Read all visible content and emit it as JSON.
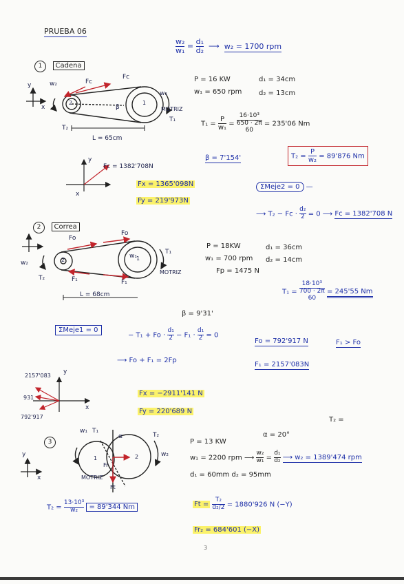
{
  "header": {
    "title": "PRUEBA 06"
  },
  "top_relation": {
    "w2": "w₂",
    "w1": "w₁",
    "d1": "d₁",
    "d2": "d₂",
    "result": "w₂ = 1700 rpm"
  },
  "s1": {
    "num": "1",
    "label": "Cadena",
    "diagram": {
      "w2": "w₂",
      "w1": "w₁",
      "fc_top": "Fc",
      "fc_left": "Fc",
      "motriz": "MOTRIZ",
      "t1": "T₁",
      "t2": "T₂",
      "length": "L = 65cm",
      "beta": "β",
      "p2": "2",
      "p1": "1",
      "axis_y": "y",
      "axis_x": "x"
    },
    "given": {
      "p": "P = 16 KW",
      "w1": "w₁ = 650 rpm",
      "d1": "d₁ = 34cm",
      "d2": "d₂ = 13cm"
    },
    "t1_eq": {
      "lhs": "T₁ =",
      "n1": "P",
      "d1": "w₁",
      "n2": "16·10³",
      "d2_top": "650 · 2π",
      "d2_bot": "60",
      "result": "= 235'06 Nm"
    },
    "t2_box": {
      "pre": "T₂ = ",
      "num": "P",
      "den": "w₂",
      "result": "= 89'876 Nm"
    },
    "beta": "β = 7'154'",
    "force_vec": {
      "label": "Fc = 1382'708N",
      "y": "y",
      "x": "x"
    },
    "fx": "Fx = 1365'098N",
    "fy": "Fy = 219'973N",
    "moment_box": "ΣMeje2 = 0",
    "moment_eq": {
      "pre": "⟶ T₂ − Fc ·",
      "frac_n": "d₂",
      "frac_d": "2",
      "post": "= 0 ⟶",
      "result": "Fc = 1382'708 N"
    }
  },
  "s2": {
    "num": "2",
    "label": "Correa",
    "diagram": {
      "f0_top": "Fo",
      "f0_left": "Fo",
      "f1_left": "F₁",
      "f1_right": "F₁",
      "w2": "w₂",
      "w1": "w₁",
      "t1": "T₁",
      "t2": "T₂",
      "motriz": "MOTRIZ",
      "length": "L = 68cm",
      "p2": "2",
      "p1": "1"
    },
    "given": {
      "p": "P = 18KW",
      "w1": "w₁ = 700 rpm",
      "fp": "Fp = 1475 N",
      "d1": "d₁ = 36cm",
      "d2": "d₂ = 14cm"
    },
    "t1_eq": {
      "lhs": "T₁ =",
      "num": "18·10³",
      "den_top": "700 · 2π",
      "den_bot": "60",
      "result": "= 245'55 Nm"
    },
    "beta": "β = 9'31'",
    "moment_box": "ΣMeje1 = 0",
    "moment_eq": {
      "a": "− T₁ + Fo ·",
      "n1": "d₁",
      "d1": "2",
      "b": "− F₁ ·",
      "n2": "d₁",
      "d2": "2",
      "c": "= 0"
    },
    "fo_result": "Fo = 792'917 N",
    "f1_gt": "F₁ > Fo",
    "sum_eq": "⟶ Fo + F₁ = 2Fp",
    "f1_result": "F₁ = 2157'083N",
    "vec": {
      "v1": "2157'083",
      "v2": "931",
      "v3": "792'917",
      "y": "y",
      "x": "x"
    },
    "fx": "Fx = −2911'141 N",
    "fy": "Fy = 220'689 N"
  },
  "s3": {
    "num": "3",
    "diagram": {
      "w1": "w₁",
      "t1": "T₁",
      "t2": "T₂",
      "w2": "w₂",
      "alpha": "α",
      "motriz": "MOTRIZ",
      "fr": "Fr",
      "ft": "Ft",
      "p1": "1",
      "p2": "2",
      "y": "y",
      "x": "x"
    },
    "t2_label": "T₂ =",
    "alpha": "α = 20°",
    "given": {
      "p": "P = 13 KW",
      "w1": "w₁ = 2200 rpm",
      "d": "d₁ = 60mm   d₂ = 95mm"
    },
    "ratio": {
      "arrow": "⟶",
      "n1": "w₂",
      "d1": "w₁",
      "n2": "d₁",
      "d2": "d₂",
      "result": "⟶  w₂ = 1389'474 rpm"
    },
    "t2_eq": {
      "lhs": "T₂ =",
      "num": "13·10³",
      "den": "w₂",
      "result": "= 89'344 Nm"
    },
    "ft_eq": {
      "lhs": "Ft =",
      "num": "T₂",
      "den": "d₂/2",
      "result": "= 1880'926 N (−Y)"
    },
    "fr_eq": "Fr₂ = 684'601 (−X)",
    "page_mark": "3"
  }
}
